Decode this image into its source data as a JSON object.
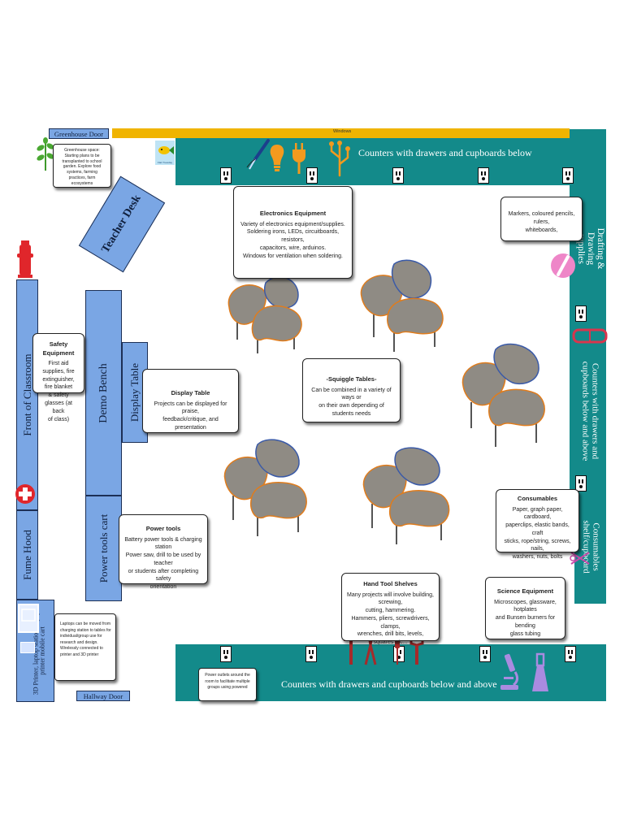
{
  "doors": {
    "greenhouse": "Greenhouse Door",
    "hallway": "Hallway Door"
  },
  "windows_label": "Windows",
  "logo_text": "Flair Tuesday",
  "counters": {
    "top": "Counters with drawers and cupboards below",
    "bottom": "Counters with drawers and cupboards below and above",
    "right_middle": "Counters with drawers and cupboards below and above",
    "right_consumables": "Consumables shelf/cupboard",
    "right_drafting": "Drafting & Drawing supplies"
  },
  "stations": {
    "teacher_desk": "Teacher Desk",
    "front_of_classroom": "Front of Classroom",
    "demo_bench": "Demo Bench",
    "display_table": "Display Table",
    "power_tools_cart": "Power tools cart",
    "fume_hood": "Fume Hood",
    "printer_cart": "3D Printer, laptop station & paper printer mobile cart"
  },
  "notes": {
    "greenhouse": "Greenhouse space: Starting plans to be transplanted to school garden. Explore food systems, farming practices, farm ecosystems",
    "laptops": "Laptops can be moved from charging station to tables for individual/group use for research and design. Wirelessly connected to printer and 3D printer",
    "outlets": "Power outlets around the room to facilitate multiple groups using powered"
  },
  "callouts": {
    "electronics": {
      "title": "Electronics Equipment",
      "lines": [
        "Variety of electronics equipment/supplies.",
        "Soldering irons, LEDs, circuitboards, resistors,",
        "capacitors, wire, arduinos.",
        "Windows for ventilation when soldering."
      ]
    },
    "markers": {
      "lines": [
        "Markers, coloured pencils, rulers,",
        "whiteboards,"
      ]
    },
    "safety": {
      "title": "Safety Equipment",
      "lines": [
        "First aid supplies, fire",
        "extinguisher, fire blanket",
        "& safety glasses (at back",
        "of class)"
      ]
    },
    "display": {
      "title": "Display Table",
      "lines": [
        "Projects can be displayed for praise,",
        "feedback/critique, and presentation"
      ]
    },
    "squiggle": {
      "title": "-Squiggle Tables-",
      "lines": [
        "Can be combined in a variety of ways or",
        "on their own depending of students needs"
      ]
    },
    "power_tools": {
      "title": "Power tools",
      "lines": [
        "Battery power tools & charging station",
        "Power saw, drill to be used by teacher",
        "or students after completing safety",
        "orientation"
      ]
    },
    "consumables": {
      "title": "Consumables",
      "lines": [
        "Paper, graph paper, cardboard,",
        "paperclips, elastic bands, craft",
        "sticks, rope/string, screws, nails,",
        "washers, nuts, bolts"
      ]
    },
    "hand_tools": {
      "title": "Hand Tool Shelves",
      "lines": [
        "Many projects will involve building, screwing,",
        "cutting, hammering.",
        "Hammers, pliers, screwdrivers, clamps,",
        "wrenches, drill bits, levels, squares etc..."
      ]
    },
    "science": {
      "title": "Science Equipment",
      "lines": [
        "Microscopes, glassware, hotplates",
        "and Bunsen burners for bending",
        "glass tubing"
      ]
    }
  },
  "colors": {
    "teal": "#138a8a",
    "station_blue": "#7aa6e4",
    "window_bar": "#f0b400",
    "table_top": "#8f8b84",
    "table_edge": "#e07c1c"
  }
}
